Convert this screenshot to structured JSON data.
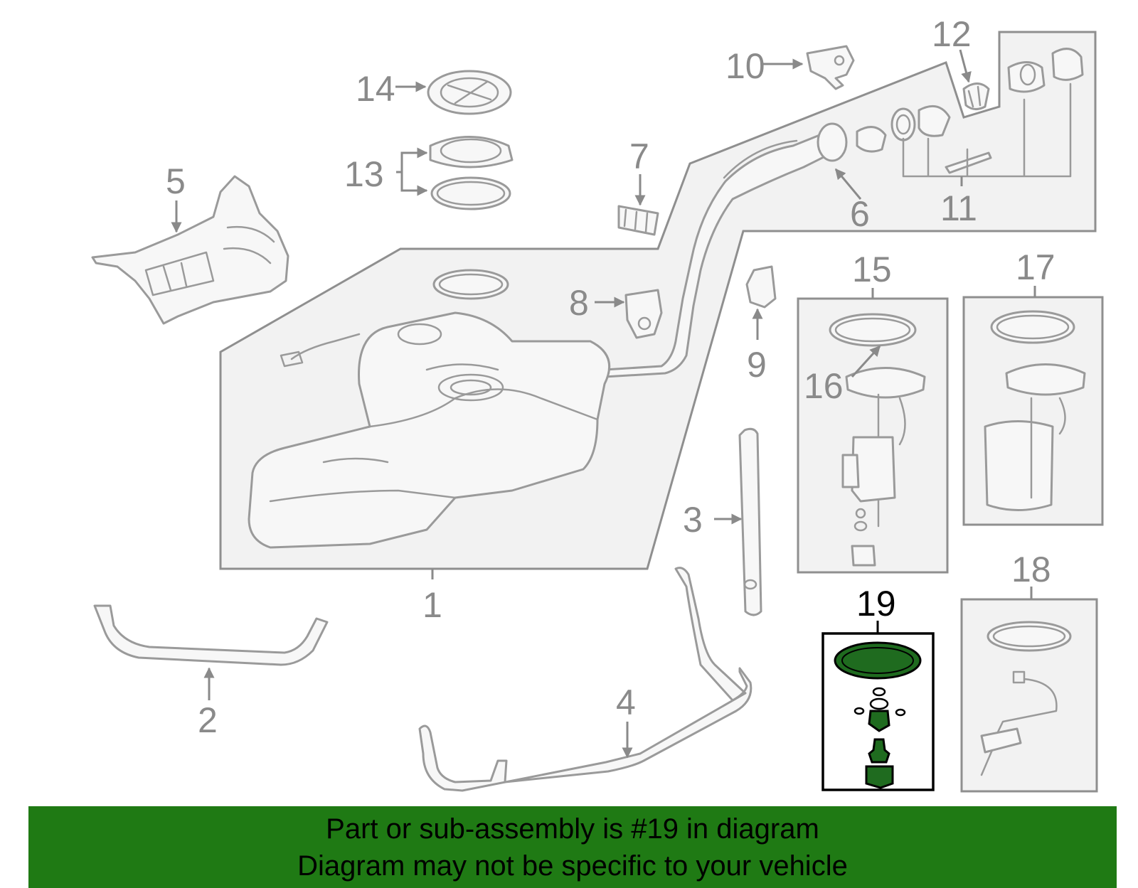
{
  "diagram": {
    "callouts": {
      "c1": "1",
      "c2": "2",
      "c3": "3",
      "c4": "4",
      "c5": "5",
      "c6": "6",
      "c7": "7",
      "c8": "8",
      "c9": "9",
      "c10": "10",
      "c11": "11",
      "c12": "12",
      "c13": "13",
      "c14": "14",
      "c15": "15",
      "c16": "16",
      "c17": "17",
      "c18": "18",
      "c19": "19"
    },
    "highlighted_part": "19",
    "highlight_color": "#1f6b1f",
    "banner_color": "#1f7a14"
  },
  "banner": {
    "line1": "Part or sub-assembly is #19 in diagram",
    "line2": "Diagram may not be specific to your vehicle"
  }
}
